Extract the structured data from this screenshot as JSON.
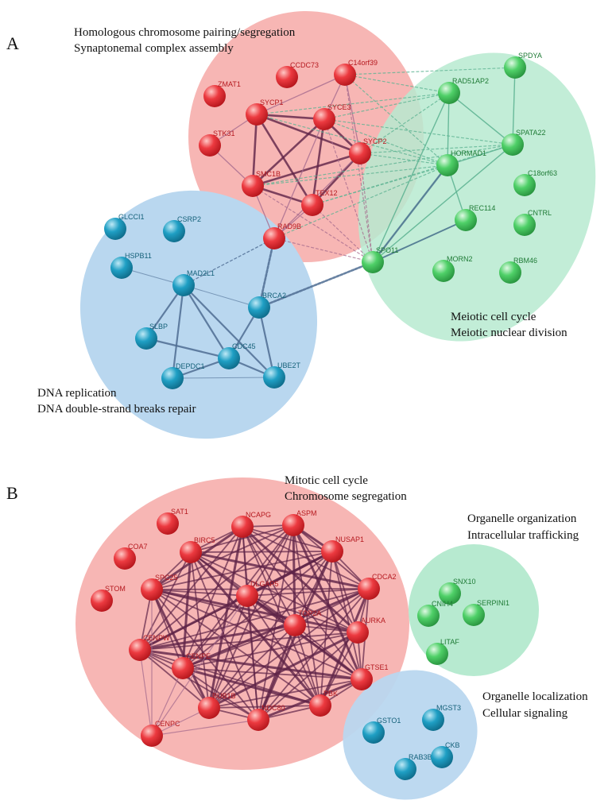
{
  "panels": [
    {
      "label": "A",
      "clusters": [
        {
          "color": "red",
          "lines": [
            "Homologous chromosome pairing/segregation",
            "Synaptonemal complex assembly"
          ],
          "nodes": [
            "CCDC73",
            "C14orf39",
            "ZMAT1",
            "SYCP1",
            "SYCE3",
            "STK31",
            "SYCP2",
            "SMC1B",
            "TEX12",
            "RAD9B"
          ]
        },
        {
          "color": "green",
          "lines": [
            "Meiotic cell cycle",
            "Meiotic nuclear division"
          ],
          "nodes": [
            "SPDYA",
            "RAD51AP2",
            "SPATA22",
            "HORMAD1",
            "C18orf63",
            "REC114",
            "CNTRL",
            "SPO11",
            "MORN2",
            "RBM46"
          ]
        },
        {
          "color": "blue",
          "lines": [
            "DNA replication",
            "DNA double-strand breaks repair"
          ],
          "nodes": [
            "GLCCI1",
            "CSRP2",
            "HSPB11",
            "MAD2L1",
            "BRCA2",
            "SLBP",
            "CDC45",
            "DEPDC1",
            "UBE2T"
          ]
        }
      ]
    },
    {
      "label": "B",
      "clusters": [
        {
          "color": "red",
          "lines": [
            "Mitotic cell cycle",
            "Chromosome segregation"
          ],
          "nodes": [
            "SAT1",
            "NCAPG",
            "ASPM",
            "COA7",
            "BIRC5",
            "NUSAP1",
            "SPC25",
            "DLGAP5",
            "CDCA2",
            "STOM",
            "TOP2A",
            "AURKA",
            "CENPW",
            "CENPE",
            "GTSE1",
            "BUB1B",
            "NDC80",
            "PBK",
            "CENPC"
          ]
        },
        {
          "color": "green",
          "lines": [
            "Organelle organization",
            "Intracellular trafficking"
          ],
          "nodes": [
            "SNX10",
            "CNIH4",
            "SERPINI1",
            "LITAF"
          ]
        },
        {
          "color": "blue",
          "lines": [
            "Organelle localization",
            "Cellular signaling"
          ],
          "nodes": [
            "GSTO1",
            "MGST3",
            "RAB3B",
            "CKB"
          ]
        }
      ]
    }
  ],
  "colors": {
    "red_fill": "#f7b6b4",
    "green_fill": "#b7ead0",
    "blue_fill": "#b9d7ef",
    "red_node": "#e8202a",
    "green_node": "#3fc45a",
    "blue_node": "#1a8fb3",
    "red_text": "#b5191f",
    "green_text": "#1e7a35",
    "blue_text": "#15617a",
    "edge_dark": "#5e2347",
    "edge_light": "#a56b8e",
    "edge_green": "#5fb493",
    "edge_blue": "#4d6c92"
  }
}
